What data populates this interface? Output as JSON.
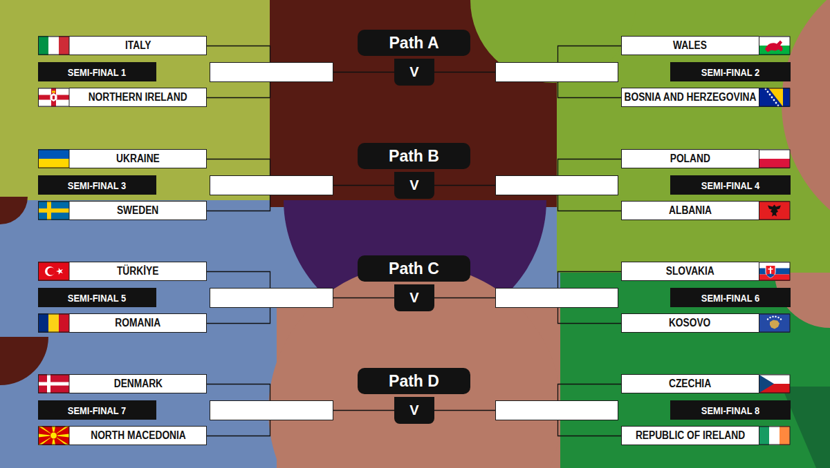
{
  "diagram": {
    "nodes": [
      {
        "text": [
          "ITALY"
        ]
      },
      {
        "text": [
          "Path A"
        ]
      },
      {
        "text": [
          "WALES"
        ]
      },
      {
        "text": [
          "SEMI-FINAL 1"
        ]
      },
      {
        "text": [
          "V"
        ]
      },
      {
        "text": [
          "SEMI-FINAL 2"
        ]
      },
      {
        "text": [
          "NORTHERN IRELAND"
        ]
      },
      {
        "text": [
          "BOSNIA AND HERZEGOVINA"
        ]
      },
      {
        "text": [
          "UKRAINE"
        ]
      },
      {
        "text": [
          "Path B"
        ]
      },
      {
        "text": [
          "POLAND"
        ]
      },
      {
        "text": [
          "SEMI-FINAL 3"
        ]
      },
      {
        "text": [
          "V"
        ]
      },
      {
        "text": [
          "SEMI-FINAL 4"
        ]
      },
      {
        "text": [
          "SWEDEN"
        ]
      },
      {
        "text": [
          "ALBANIA"
        ]
      },
      {
        "text": [
          "TÜRKİYE"
        ]
      },
      {
        "text": [
          "Path C"
        ]
      },
      {
        "text": [
          "SLOVAKIA"
        ]
      },
      {
        "text": [
          "SEMI-FINAL 5"
        ]
      },
      {
        "text": [
          "V"
        ]
      },
      {
        "text": [
          "SEMI-FINAL 6"
        ]
      },
      {
        "text": [
          "ROMANIA"
        ]
      },
      {
        "text": [
          "KOSOVO"
        ]
      },
      {
        "text": [
          "DENMARK"
        ]
      },
      {
        "text": [
          "Path D"
        ]
      },
      {
        "text": [
          "CZECHIA"
        ]
      },
      {
        "text": [
          "SEMI-FINAL 7"
        ]
      },
      {
        "text": [
          "V"
        ]
      },
      {
        "text": [
          "SEMI-FINAL 8"
        ]
      },
      {
        "text": [
          "NORTH MACEDONIA"
        ]
      },
      {
        "text": [
          "REPUBLIC OF IRELAND"
        ]
      }
    ]
  }
}
